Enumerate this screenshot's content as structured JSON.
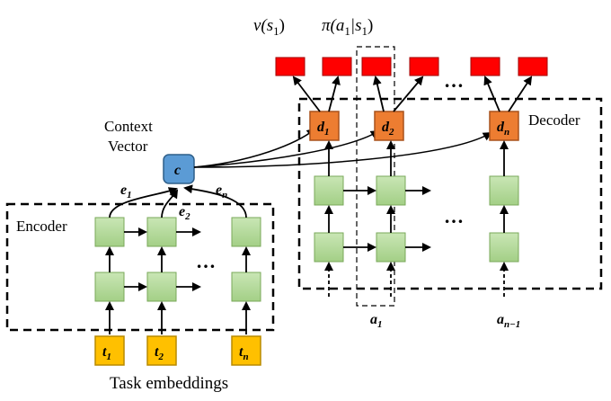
{
  "labels": {
    "value_head": "v(s",
    "value_sub": "1",
    "value_close": ")",
    "policy_head": "π(a",
    "policy_sub_a": "1",
    "policy_bar": "|s",
    "policy_sub_s": "1",
    "policy_close": ")",
    "context_line1": "Context",
    "context_line2": "Vector",
    "context_symbol": "c",
    "encoder": "Encoder",
    "decoder": "Decoder",
    "task_embeddings": "Task embeddings",
    "ellipsis": "…",
    "e1": "e",
    "e1_sub": "1",
    "e2": "e",
    "e2_sub": "2",
    "en": "e",
    "en_sub": "n",
    "d1": "d",
    "d1_sub": "1",
    "d2": "d",
    "d2_sub": "2",
    "dn": "d",
    "dn_sub": "n",
    "t1": "t",
    "t1_sub": "1",
    "t2": "t",
    "t2_sub": "2",
    "tn": "t",
    "tn_sub": "n",
    "a1": "a",
    "a1_sub": "1",
    "an1": "a",
    "an1_sub": "n−1"
  },
  "colors": {
    "green_fill": "#b5d99c",
    "green_stroke": "#7aa85a",
    "orange_fill": "#ed7d31",
    "orange_stroke": "#a9521c",
    "yellow_fill": "#ffc000",
    "yellow_stroke": "#b88a00",
    "blue_fill": "#5b9bd5",
    "blue_stroke": "#2e5f8a",
    "red_fill": "#ff0000",
    "red_stroke": "#a00000"
  }
}
